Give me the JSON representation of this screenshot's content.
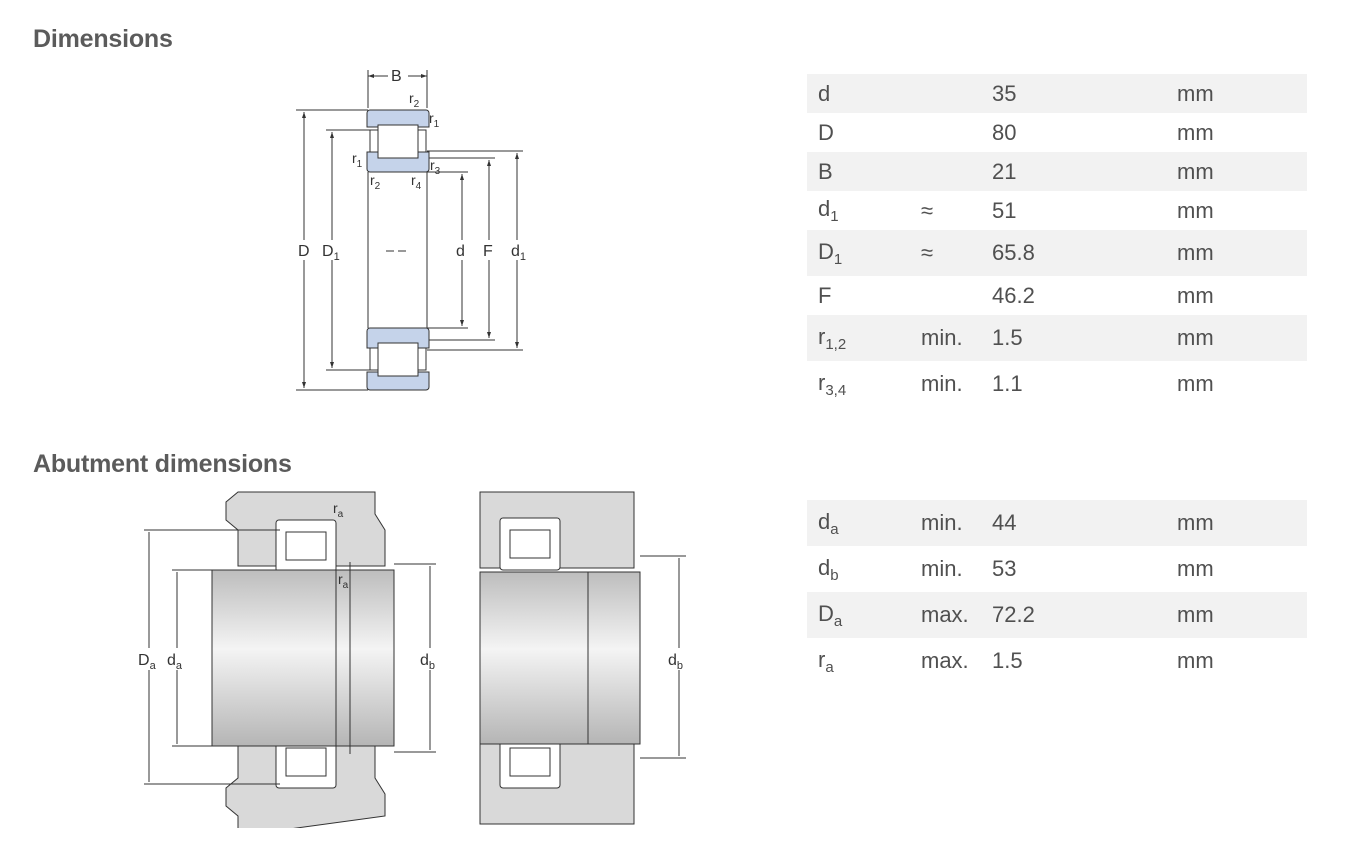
{
  "sections": {
    "dimensions_title": "Dimensions",
    "abutment_title": "Abutment dimensions"
  },
  "dimensions": [
    {
      "symbol": "d",
      "sub": "",
      "qualifier": "",
      "value": "35",
      "unit": "mm"
    },
    {
      "symbol": "D",
      "sub": "",
      "qualifier": "",
      "value": "80",
      "unit": "mm"
    },
    {
      "symbol": "B",
      "sub": "",
      "qualifier": "",
      "value": "21",
      "unit": "mm"
    },
    {
      "symbol": "d",
      "sub": "1",
      "qualifier": "≈",
      "value": "51",
      "unit": "mm"
    },
    {
      "symbol": "D",
      "sub": "1",
      "qualifier": "≈",
      "value": "65.8",
      "unit": "mm"
    },
    {
      "symbol": "F",
      "sub": "",
      "qualifier": "",
      "value": "46.2",
      "unit": "mm"
    },
    {
      "symbol": "r",
      "sub": "1,2",
      "qualifier": "min.",
      "value": "1.5",
      "unit": "mm"
    },
    {
      "symbol": "r",
      "sub": "3,4",
      "qualifier": "min.",
      "value": "1.1",
      "unit": "mm"
    }
  ],
  "abutment": [
    {
      "symbol": "d",
      "sub": "a",
      "qualifier": "min.",
      "value": "44",
      "unit": "mm"
    },
    {
      "symbol": "d",
      "sub": "b",
      "qualifier": "min.",
      "value": "53",
      "unit": "mm"
    },
    {
      "symbol": "D",
      "sub": "a",
      "qualifier": "max.",
      "value": "72.2",
      "unit": "mm"
    },
    {
      "symbol": "r",
      "sub": "a",
      "qualifier": "max.",
      "value": "1.5",
      "unit": "mm"
    }
  ],
  "diagram_labels": {
    "B": "B",
    "D": "D",
    "D1": "D",
    "D1_sub": "1",
    "d": "d",
    "F": "F",
    "d1": "d",
    "d1_sub": "1",
    "r": "r",
    "sub1": "1",
    "sub2": "2",
    "sub3": "3",
    "sub4": "4",
    "Da": "D",
    "da": "d",
    "db": "d",
    "ra": "r",
    "sub_a": "a",
    "sub_b": "b"
  }
}
